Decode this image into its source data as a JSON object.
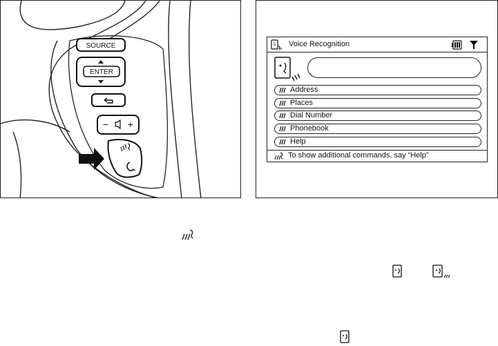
{
  "left_figure": {
    "buttons": {
      "source_label": "SOURCE",
      "enter_label": "ENTER",
      "minus_label": "−",
      "plus_label": "+"
    },
    "icons": {
      "back": "back-arrow-icon",
      "volume": "speaker-icon",
      "talk": "voice-talk-icon",
      "phone": "phone-handset-icon",
      "pointer": "pointer-arrow-icon"
    }
  },
  "screen": {
    "title": "Voice Recognition",
    "header_icons": [
      "voice-recognition-icon",
      "battery-icon",
      "signal-icon"
    ],
    "commands": [
      {
        "label": "Address"
      },
      {
        "label": "Places"
      },
      {
        "label": "Dial Number"
      },
      {
        "label": "Phonebook"
      },
      {
        "label": "Help"
      }
    ],
    "footer_text": "To show additional commands, say “Help”"
  },
  "inline_glyphs": [
    "voice-talk-icon",
    "voice-recognition-icon",
    "voice-face-icon",
    "voice-recognition-icon"
  ]
}
